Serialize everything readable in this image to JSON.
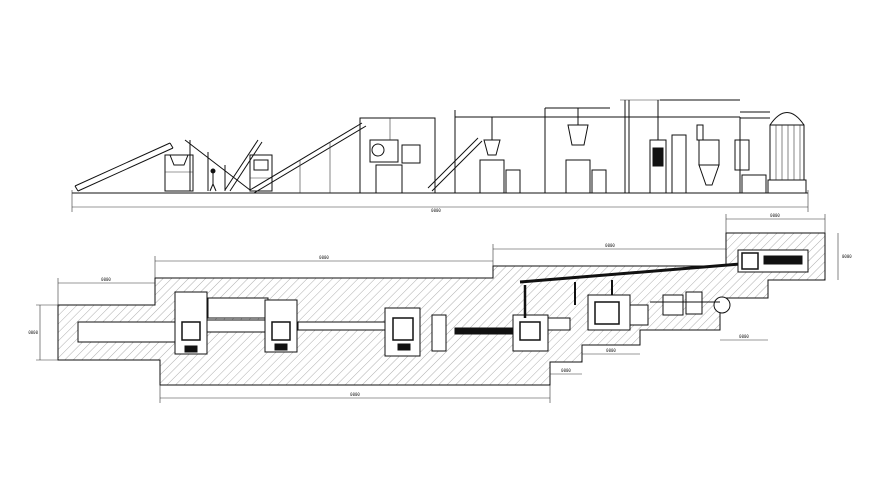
{
  "elevation": {
    "overall_dimension": "0000"
  },
  "plan": {
    "dimensions": {
      "top_left": "0000",
      "top_middle": "0000",
      "top_right": "0000",
      "bottom_main": "0000",
      "bottom_step_1": "0000",
      "bottom_step_2": "0000",
      "bottom_step_3": "0000",
      "left_span": "0000",
      "left_height": "0000",
      "right_height": "0000"
    }
  }
}
